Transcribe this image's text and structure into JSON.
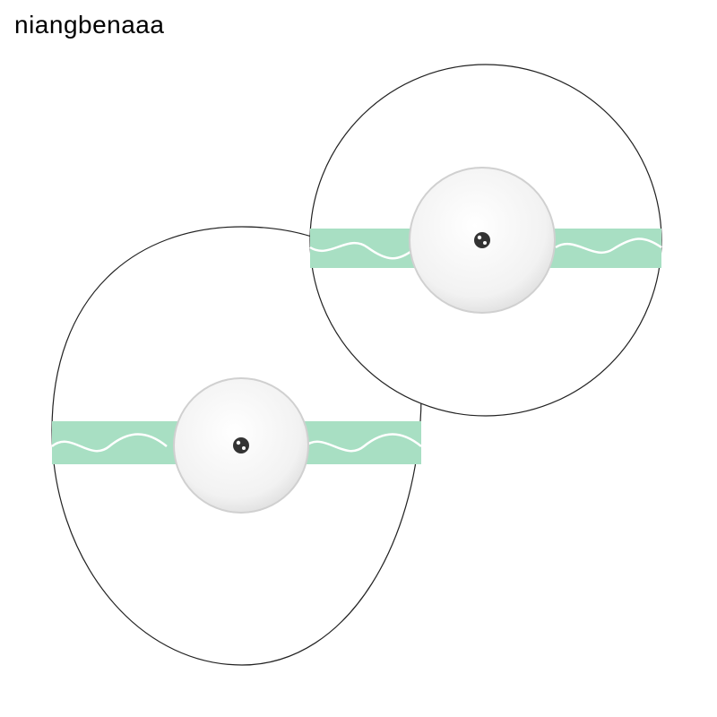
{
  "watermark": {
    "text": "niangbenaaa"
  },
  "colors": {
    "background": "#ffffff",
    "outline": "#222222",
    "tape": "#a8dfc3",
    "wave": "#ffffff",
    "sensor_body": "#f3f3f3",
    "sensor_rim": "#d8d8d8",
    "sensor_dot": "#222222"
  },
  "objects": [
    {
      "name": "round-patch",
      "shape": "circle"
    },
    {
      "name": "oval-patch",
      "shape": "oval"
    }
  ]
}
